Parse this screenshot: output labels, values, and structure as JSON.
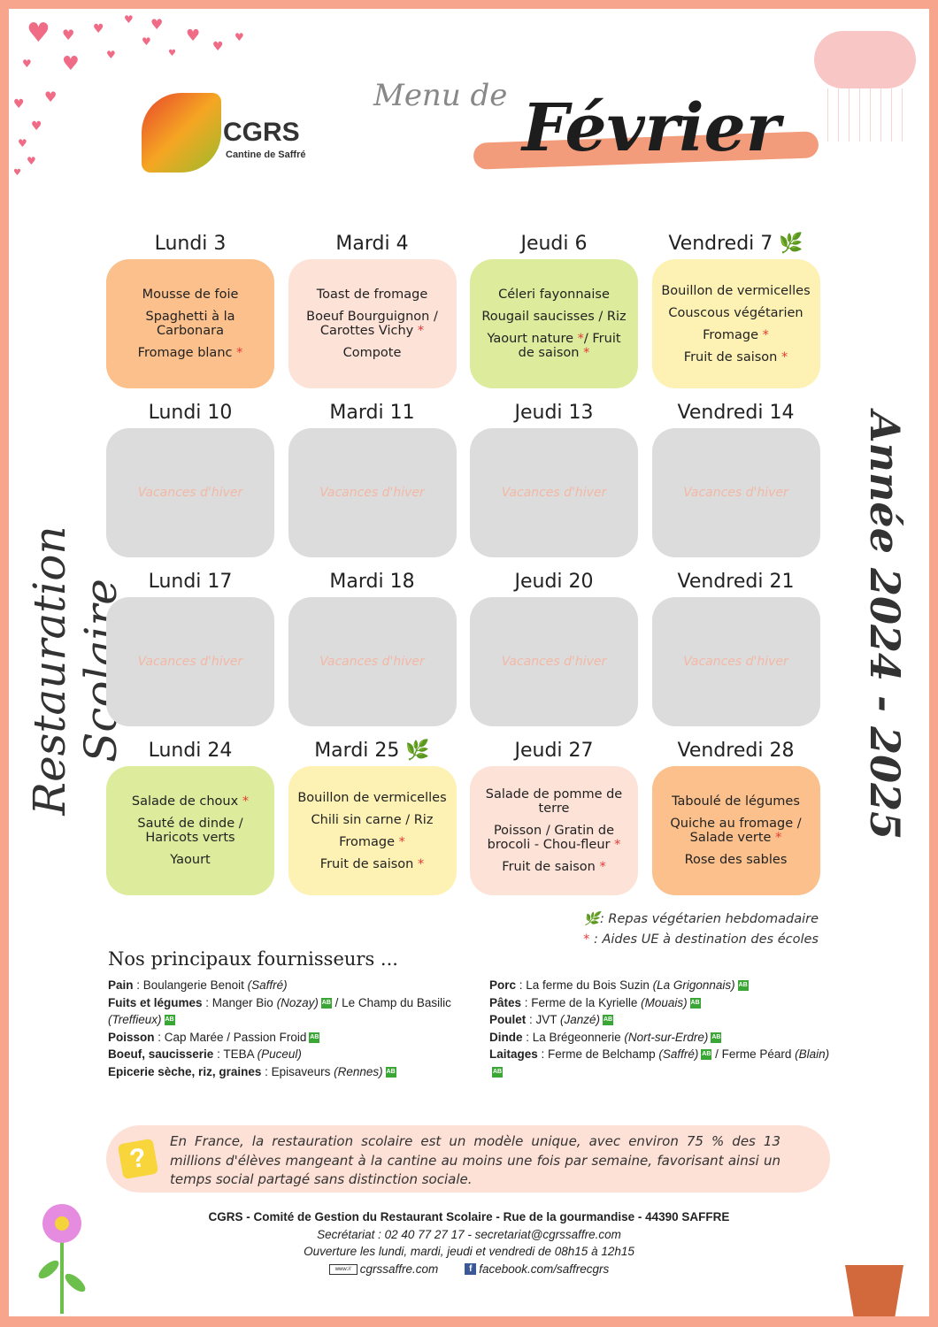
{
  "header": {
    "logo_name": "CGRS",
    "logo_sub": "Cantine de Saffré",
    "menu_de": "Menu de",
    "month": "Février",
    "side_left": "Restauration Scolaire",
    "side_right": "Année 2024 - 2025"
  },
  "days": [
    {
      "title": "Lundi 3",
      "color": "#fbc08c",
      "items": [
        "Mousse de foie",
        "Spaghetti à la Carbonara",
        "Fromage blanc *"
      ]
    },
    {
      "title": "Mardi 4",
      "color": "#fde2d8",
      "items": [
        "Toast de fromage",
        "Boeuf Bourguignon / Carottes Vichy *",
        "Compote"
      ]
    },
    {
      "title": "Jeudi 6",
      "color": "#dceb9c",
      "items": [
        "Céleri fayonnaise",
        "Rougail saucisses / Riz",
        "Yaourt nature */ Fruit de saison *"
      ]
    },
    {
      "title": "Vendredi 7",
      "leaf": true,
      "color": "#fdf2b4",
      "items": [
        "Bouillon de vermicelles",
        "Couscous végétarien",
        "Fromage *",
        "Fruit de saison *"
      ]
    },
    {
      "title": "Lundi 10",
      "color": "#dcdcdc",
      "vac": true,
      "items": [
        "Vacances d'hiver"
      ]
    },
    {
      "title": "Mardi 11",
      "color": "#dcdcdc",
      "vac": true,
      "items": [
        "Vacances d'hiver"
      ]
    },
    {
      "title": "Jeudi 13",
      "color": "#dcdcdc",
      "vac": true,
      "items": [
        "Vacances d'hiver"
      ]
    },
    {
      "title": "Vendredi 14",
      "color": "#dcdcdc",
      "vac": true,
      "items": [
        "Vacances d'hiver"
      ]
    },
    {
      "title": "Lundi 17",
      "color": "#dcdcdc",
      "vac": true,
      "items": [
        "Vacances d'hiver"
      ]
    },
    {
      "title": "Mardi 18",
      "color": "#dcdcdc",
      "vac": true,
      "items": [
        "Vacances d'hiver"
      ]
    },
    {
      "title": "Jeudi 20",
      "color": "#dcdcdc",
      "vac": true,
      "items": [
        "Vacances d'hiver"
      ]
    },
    {
      "title": "Vendredi 21",
      "color": "#dcdcdc",
      "vac": true,
      "items": [
        "Vacances d'hiver"
      ]
    },
    {
      "title": "Lundi 24",
      "color": "#dceb9c",
      "items": [
        "Salade de choux *",
        "Sauté de dinde / Haricots verts",
        "Yaourt"
      ]
    },
    {
      "title": "Mardi 25",
      "leaf": true,
      "color": "#fdf2b4",
      "items": [
        "Bouillon de vermicelles",
        "Chili sin carne / Riz",
        "Fromage *",
        "Fruit de saison *"
      ]
    },
    {
      "title": "Jeudi 27",
      "color": "#fde2d8",
      "items": [
        "Salade de pomme de terre",
        "Poisson / Gratin de brocoli - Chou-fleur *",
        "Fruit de saison *"
      ]
    },
    {
      "title": "Vendredi 28",
      "color": "#fbc08c",
      "items": [
        "Taboulé de légumes",
        "Quiche au fromage / Salade verte *",
        "Rose des sables"
      ]
    }
  ],
  "legend": {
    "veg": ": Repas végétarien hebdomadaire",
    "eu": ": Aides UE à destination des écoles"
  },
  "suppliers": {
    "title": "Nos principaux fournisseurs ...",
    "left": [
      {
        "k": "Pain",
        "v": " : Boulangerie Benoit ",
        "p": "(Saffré)",
        "bio": false
      },
      {
        "k": "Fuits et légumes",
        "v": " : Manger Bio ",
        "p": "(Nozay)",
        "bio": true,
        "v2": " / Le Champ du Basilic ",
        "p2": "(Treffieux)",
        "bio2": true
      },
      {
        "k": "Poisson",
        "v": " : Cap Marée / Passion Froid",
        "p": "",
        "bio": true
      },
      {
        "k": "Boeuf, saucisserie",
        "v": " : TEBA ",
        "p": "(Puceul)",
        "bio": false
      },
      {
        "k": "Epicerie sèche, riz, graines",
        "v": " : Episaveurs ",
        "p": "(Rennes)",
        "bio": true
      }
    ],
    "right": [
      {
        "k": "Porc",
        "v": " : La ferme du Bois Suzin ",
        "p": "(La Grigonnais)",
        "bio": true
      },
      {
        "k": "Pâtes",
        "v": " : Ferme de la Kyrielle ",
        "p": "(Mouais)",
        "bio": true
      },
      {
        "k": "Poulet",
        "v": " : JVT ",
        "p": "(Janzé)",
        "bio": true
      },
      {
        "k": "Dinde",
        "v": " : La Brégeonnerie ",
        "p": "(Nort-sur-Erdre)",
        "bio": true
      },
      {
        "k": "Laitages",
        "v": " : Ferme de Belchamp ",
        "p": "(Saffré)",
        "bio": true,
        "v2": " / Ferme Péard ",
        "p2": "(Blain)",
        "bio2": true
      }
    ]
  },
  "fact": "En France, la restauration scolaire est un modèle unique, avec environ 75 % des 13 millions d'élèves mangeant à la cantine au moins une fois par semaine, favorisant ainsi un temps social partagé sans distinction sociale.",
  "footer": {
    "org": "CGRS - Comité de Gestion du Restaurant Scolaire - Rue de la gourmandise - 44390 SAFFRE",
    "secretariat": "Secrétariat : 02 40 77 27 17 - secretariat@cgrssaffre.com",
    "hours": "Ouverture les lundi, mardi, jeudi et vendredi de 08h15 à 12h15",
    "website": "cgrssaffre.com",
    "facebook": "facebook.com/saffrecgrs"
  }
}
